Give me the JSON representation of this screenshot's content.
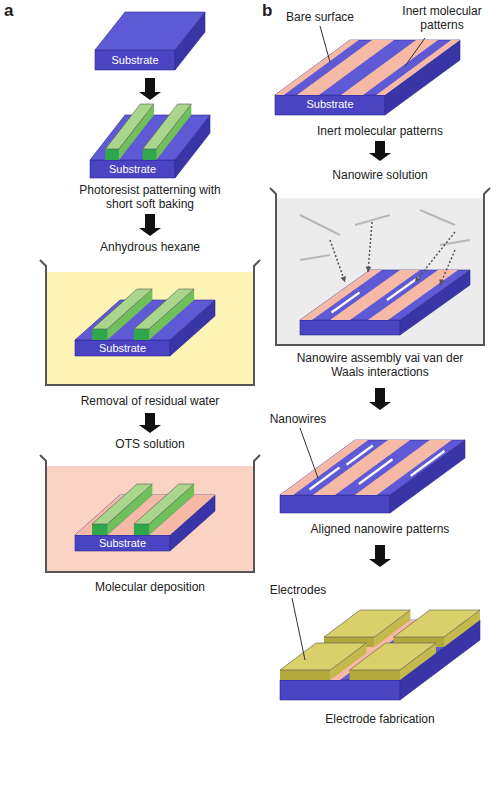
{
  "diagram": {
    "labels": [
      "a",
      "Substrate",
      "Substrate",
      "Photoresist patterning with short soft baking",
      "Anhydrous hexane",
      "Substrate",
      "Removal of residual water",
      "OTS solution",
      "Substrate",
      "Molecular deposition",
      "b",
      "Bare surface",
      "Inert molecular patterns",
      "Substrate",
      "Inert molecular patterns",
      "Nanowire solution",
      "Nanowire assembly vai van der Waals interactions",
      "Nanowires",
      "Aligned nanowire patterns",
      "Electrodes",
      "Electrode fabrication"
    ]
  }
}
